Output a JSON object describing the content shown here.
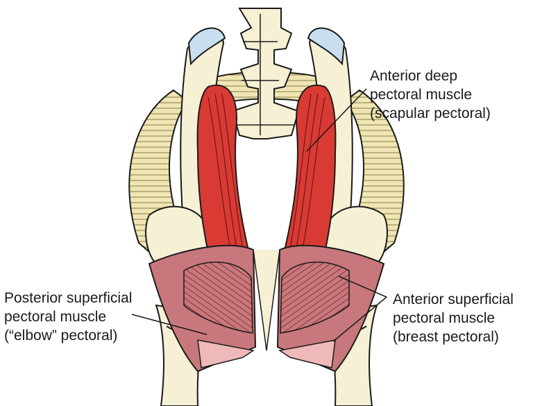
{
  "labels": {
    "anterior_deep": [
      "Anterior deep",
      "pectoral muscle",
      "(scapular pectoral)"
    ],
    "posterior_superficial": [
      "Posterior superficial",
      "pectoral muscle",
      "(“elbow” pectoral)"
    ],
    "anterior_superficial": [
      "Anterior superficial",
      "pectoral muscle",
      "(breast pectoral)"
    ]
  },
  "colors": {
    "bone": "#f6f0d4",
    "cartilage": "#c9dff0",
    "ribs": "#efe6b4",
    "deep_muscle": "#d93a34",
    "superficial_muscle": "#c8787c",
    "outline": "#1a1a1a"
  }
}
